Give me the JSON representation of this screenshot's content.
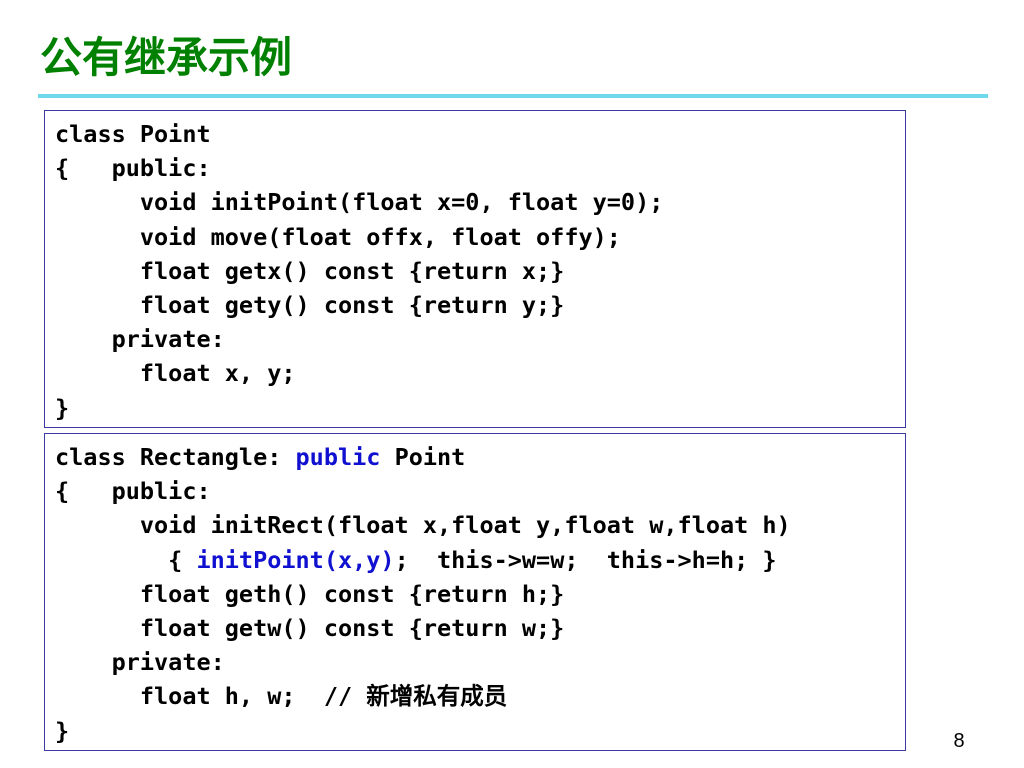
{
  "title": "公有继承示例",
  "code_block_1": {
    "lines": [
      "class Point",
      "{   public:",
      "      void initPoint(float x=0, float y=0);",
      "      void move(float offx, float offy);",
      "      float getx() const {return x;}",
      "      float gety() const {return y;}",
      "    private:",
      "      float x, y;",
      "}"
    ]
  },
  "code_block_2": {
    "line1_prefix": "class Rectangle: ",
    "line1_keyword": "public",
    "line1_suffix": " Point",
    "line2": "{   public:",
    "line3": "      void initRect(float x,float y,float w,float h)",
    "line4_prefix": "        { ",
    "line4_call": "initPoint(x,y)",
    "line4_suffix": ";  this->w=w;  this->h=h; }",
    "line5": "      float geth() const {return h;}",
    "line6": "      float getw() const {return w;}",
    "line7": "    private:",
    "line8": "      float h, w;  // 新增私有成员",
    "line9": "}"
  },
  "page_number": "8",
  "colors": {
    "title": "#008000",
    "rule": "#6fd8ea",
    "box_border": "#3a3aa0",
    "keyword": "#1010d0"
  }
}
